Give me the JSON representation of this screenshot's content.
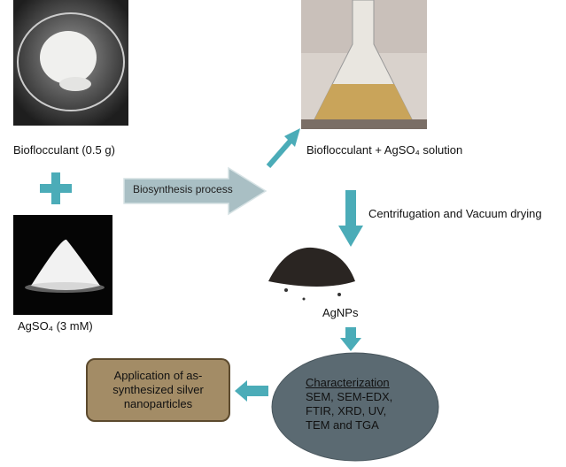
{
  "labels": {
    "bioflocculant": "Bioflocculant (0.5 g)",
    "agso4": "AgSO₄ (3 mM)",
    "process": "Biosynthesis process",
    "solution": "Bioflocculant + AgSO₄ solution",
    "centrifugation": "Centrifugation and Vacuum drying",
    "agnps": "AgNPs",
    "characterization_title": "Characterization",
    "characterization_lines": [
      "SEM, SEM-EDX,",
      "FTIR, XRD, UV,",
      "TEM and TGA"
    ],
    "application_lines": [
      "Application of as-",
      "synthesized silver",
      "nanoparticles"
    ]
  },
  "colors": {
    "arrow": "#4bacb8",
    "ellipse": "#5b6a72",
    "box": "#a38c66",
    "process_arrow": "#a9bfc4"
  }
}
